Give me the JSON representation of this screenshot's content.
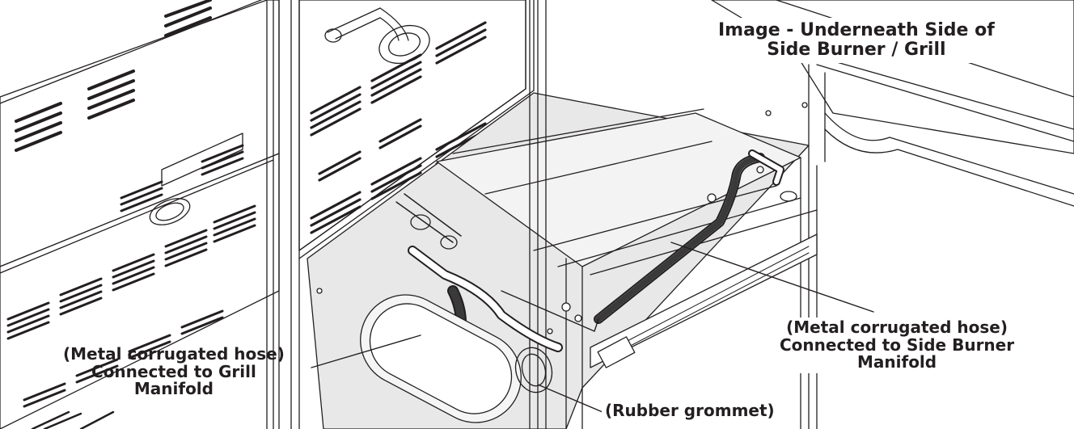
{
  "title": {
    "line1": "Image - Underneath Side of",
    "line2": "Side Burner / Grill"
  },
  "callouts": {
    "grill_hose": {
      "line1": "(Metal corrugated hose)",
      "line2": "Connected to Grill",
      "line3": "Manifold"
    },
    "side_burner_hose": {
      "line1": "(Metal corrugated hose)",
      "line2": "Connected to Side Burner",
      "line3": "Manifold"
    },
    "grommet": {
      "line1": "(Rubber grommet)"
    }
  },
  "colors": {
    "line": "#231f20",
    "panel": "#e6e6e6",
    "vent": "#231f20",
    "hose": "#3a3a3a"
  }
}
